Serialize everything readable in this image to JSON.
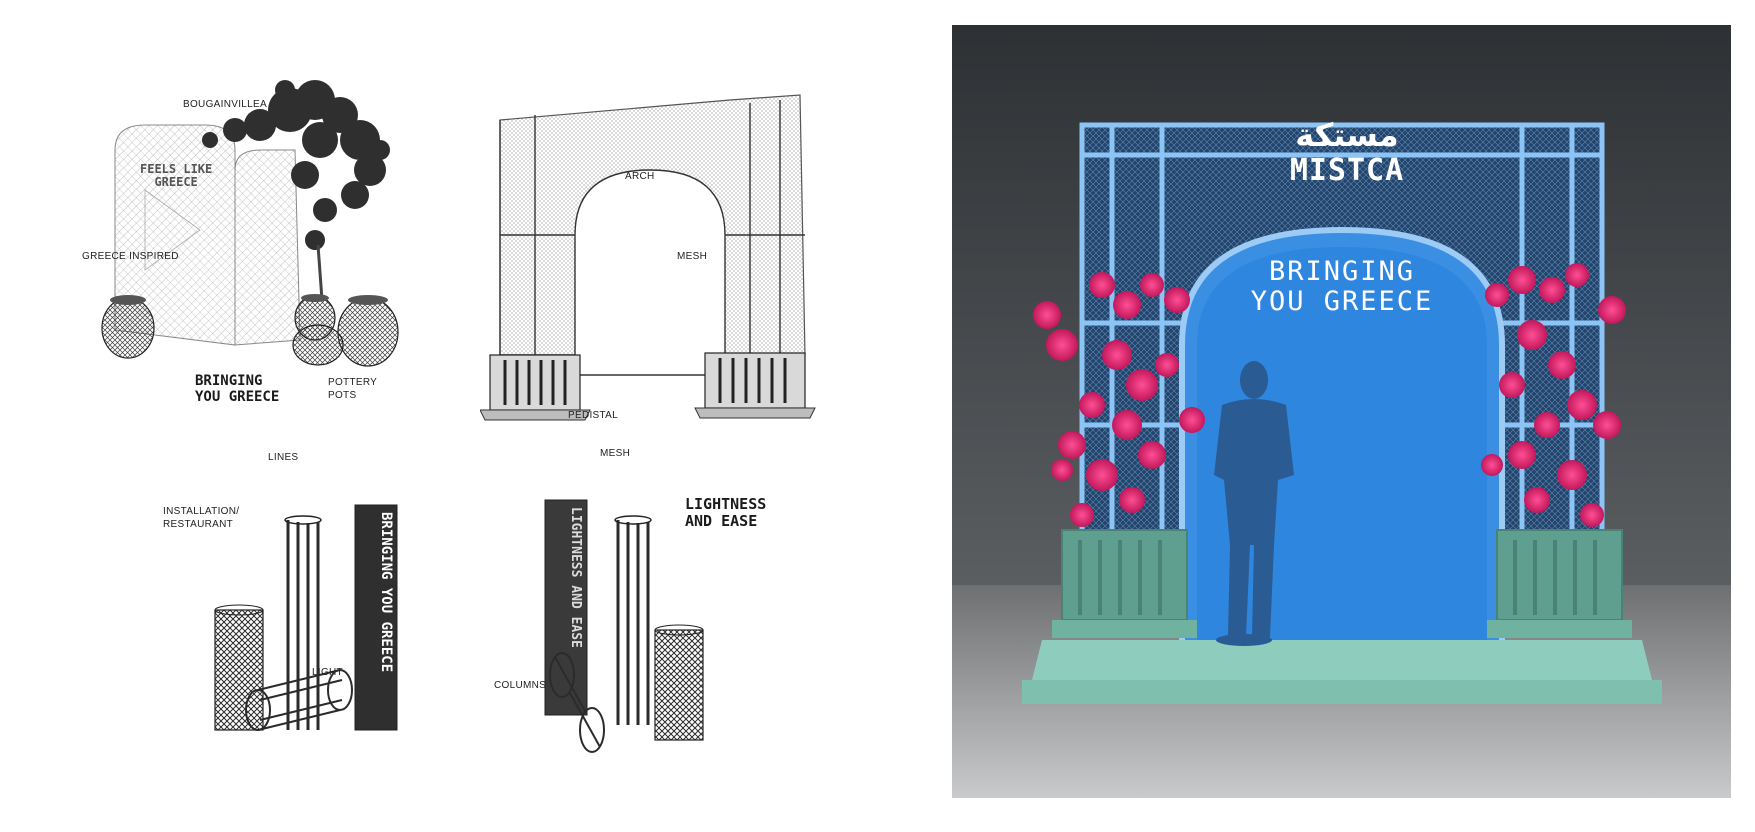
{
  "labels": {
    "bougainvillea": "BOUGAINVILLEA",
    "greece_inspired": "GREECE INSPIRED",
    "pottery_pots": "POTTERY\nPOTS",
    "arch": "ARCH",
    "mesh_arch": "MESH",
    "pedistal": "PEDISTAL",
    "lines": "LINES",
    "installation": "INSTALLATION/\nRESTAURANT",
    "light": "LIGHT",
    "mesh_columns": "MESH",
    "columns": "COLUMNS"
  },
  "slogans": {
    "feels_like_greece": "FEELS LIKE\nGREECE",
    "bringing_small": "BRINGING\nYOU GREECE",
    "lightness": "LIGHTNESS\nAND EASE",
    "column_text_1": "BRINGING YOU GREECE",
    "column_text_2": "LIGHTNESS AND EASE"
  },
  "render": {
    "arabic_logo": "مستكة",
    "brand": "MISTCA",
    "slogan_line1": "BRINGING",
    "slogan_line2": "YOU GREECE"
  },
  "colors": {
    "render_background_top": "#3a3d40",
    "render_floor": "#9a9c9f",
    "arch_blue": "#5aa0e0",
    "arch_inner_blue": "#2f86df",
    "base_green": "#5f9f8f",
    "bougainvillea_pink": "#e0286e",
    "silhouette": "#2b5b93"
  }
}
